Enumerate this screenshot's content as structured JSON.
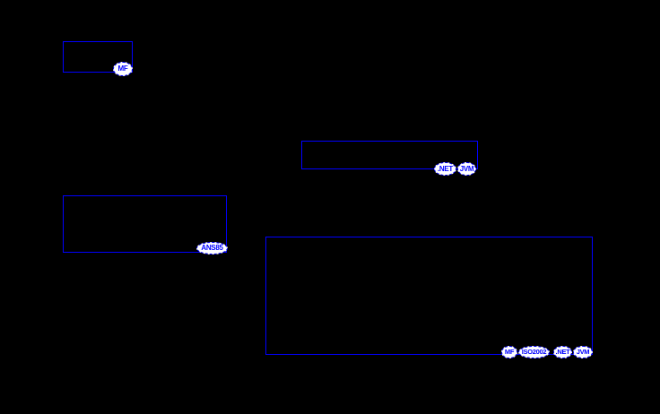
{
  "diagram": {
    "colors": {
      "background": "#000000",
      "box_border": "#0000ff",
      "badge_fill": "#ffffff",
      "badge_text": "#0000ff"
    },
    "boxes": [
      {
        "name": "box-top-left",
        "badges": [
          {
            "label": "MF"
          }
        ]
      },
      {
        "name": "box-top-right",
        "badges": [
          {
            "label": ".NET"
          },
          {
            "label": "JVM"
          }
        ]
      },
      {
        "name": "box-middle-left",
        "badges": [
          {
            "label": "ANS85"
          }
        ]
      },
      {
        "name": "box-bottom-right",
        "badges": [
          {
            "label": "MF"
          },
          {
            "label": "ISO2002"
          },
          {
            "label": ".NET"
          },
          {
            "label": "JVM"
          }
        ]
      }
    ]
  }
}
